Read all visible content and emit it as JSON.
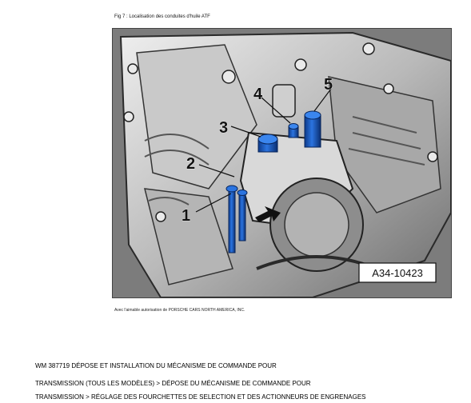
{
  "figure": {
    "caption": "Fig 7 : Localisation des conduites d'huile ATF",
    "reference_code": "A34-10423",
    "callouts": [
      "1",
      "2",
      "3",
      "4",
      "5"
    ],
    "credit": "Avec l'aimable autorisation de PORSCHE CARS NORTH AMERICA, INC."
  },
  "text_lines": [
    "WM 387719 DÉPOSE ET INSTALLATION DU MÉCANISME DE COMMANDE POUR",
    "TRANSMISSION (TOUS LES MODÈLES) > DÉPOSE DU MÉCANISME DE COMMANDE POUR",
    "TRANSMISSION > RÉGLAGE DES FOURCHETTES DE SELECTION ET DES ACTIONNEURS DE ENGRENAGES"
  ],
  "colors": {
    "pipe_blue": "#1e5fc8",
    "metal_light": "#d8d8d8",
    "metal_dark": "#3a3a3a"
  }
}
